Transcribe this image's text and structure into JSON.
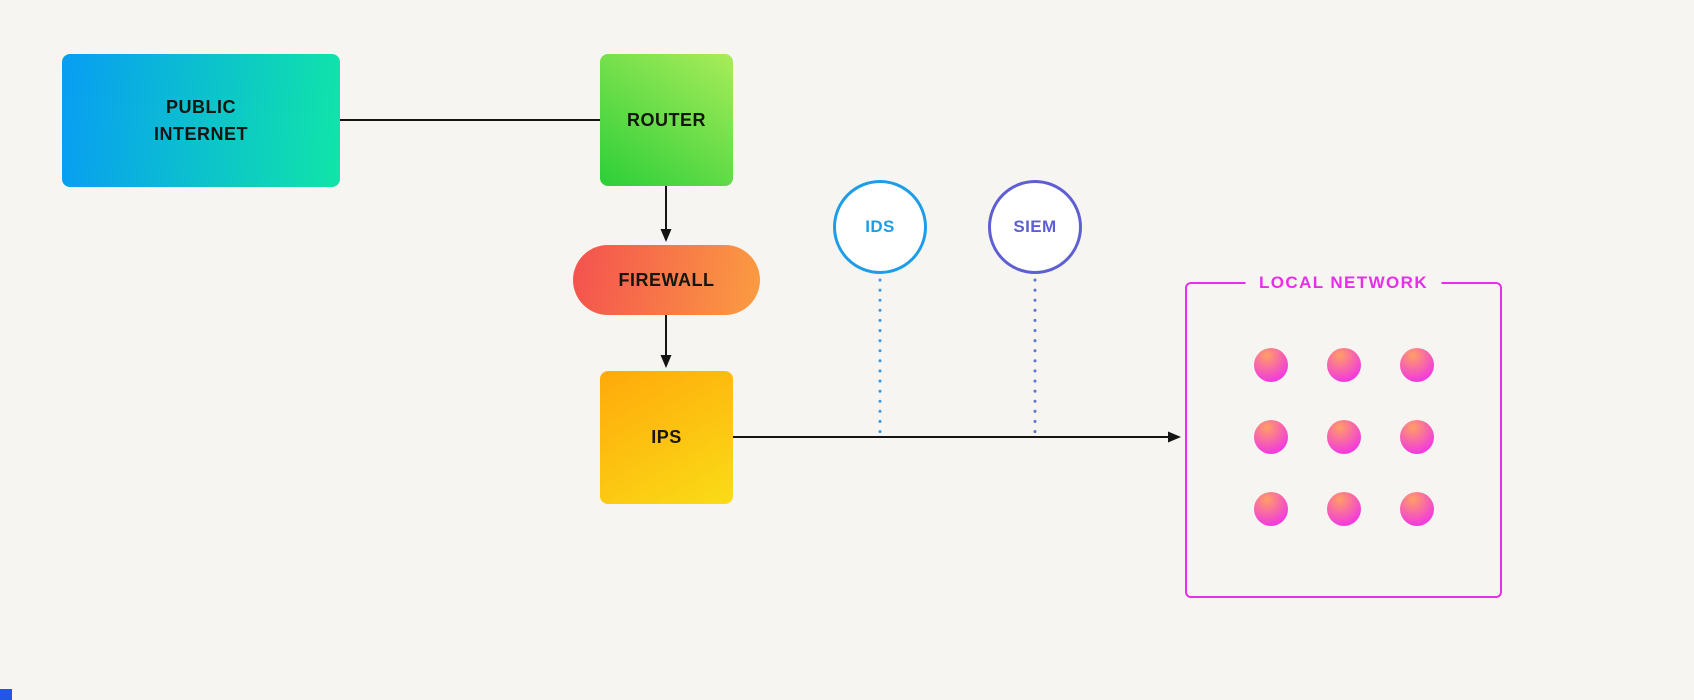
{
  "nodes": {
    "public_internet": {
      "label": "PUBLIC\nINTERNET",
      "shape": "rounded-rect"
    },
    "router": {
      "label": "ROUTER",
      "shape": "rounded-rect"
    },
    "firewall": {
      "label": "FIREWALL",
      "shape": "pill"
    },
    "ips": {
      "label": "IPS",
      "shape": "rounded-rect"
    },
    "ids": {
      "label": "IDS",
      "shape": "circle"
    },
    "siem": {
      "label": "SIEM",
      "shape": "circle"
    },
    "local_network": {
      "label": "LOCAL NETWORK",
      "shape": "outlined-container",
      "host_count": 9
    }
  },
  "edges": [
    {
      "from": "public_internet",
      "to": "router",
      "style": "solid",
      "arrow": false
    },
    {
      "from": "router",
      "to": "firewall",
      "style": "solid",
      "arrow": true
    },
    {
      "from": "firewall",
      "to": "ips",
      "style": "solid",
      "arrow": true
    },
    {
      "from": "ips",
      "to": "local_network",
      "style": "solid",
      "arrow": true
    },
    {
      "from": "ids",
      "to": "ips-to-local_network-line",
      "style": "dotted",
      "arrow": false
    },
    {
      "from": "siem",
      "to": "ips-to-local_network-line",
      "style": "dotted",
      "arrow": false
    }
  ],
  "colors": {
    "background": "#f7f5f1",
    "connector": "#141414",
    "public_internet_gradient": [
      "#089df3",
      "#10e5a8"
    ],
    "router_gradient": [
      "#a9ec5a",
      "#2ccf38"
    ],
    "firewall_gradient": [
      "#f4514f",
      "#fb9d41"
    ],
    "ips_gradient": [
      "#ffa90a",
      "#fadc17"
    ],
    "ids_stroke": "#1d9de8",
    "siem_stroke": "#5d5fd3",
    "local_network_stroke": "#e82ee8",
    "host_dot_gradient": [
      "#ff9e66",
      "#f23ddc"
    ],
    "ids_dotted_line": "#3d9ae0",
    "siem_dotted_line": "#5d78d0"
  }
}
